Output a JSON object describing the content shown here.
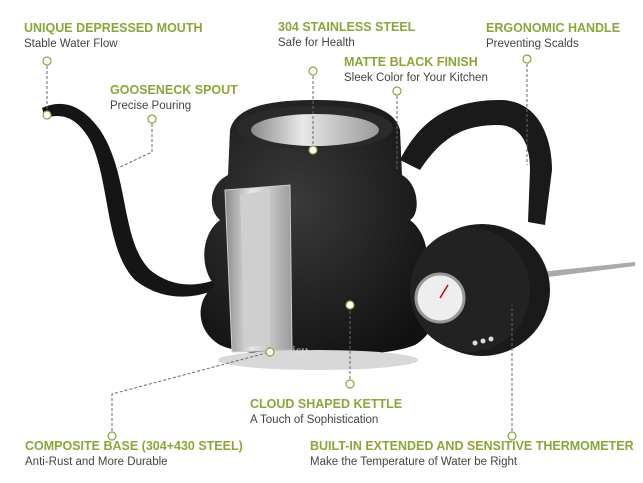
{
  "colors": {
    "accent": "#8aa63a",
    "text": "#444444",
    "kettle": "#1c1c1c"
  },
  "kettle_brand": "isu",
  "callouts": [
    {
      "title": "UNIQUE DEPRESSED MOUTH",
      "subtitle": "Stable Water Flow"
    },
    {
      "title": "304 STAINLESS STEEL",
      "subtitle": "Safe for Health"
    },
    {
      "title": "ERGONOMIC HANDLE",
      "subtitle": "Preventing Scalds"
    },
    {
      "title": "MATTE BLACK FINISH",
      "subtitle": "Sleek Color for Your Kitchen"
    },
    {
      "title": "GOOSENECK SPOUT",
      "subtitle": "Precise Pouring"
    },
    {
      "title": "CLOUD SHAPED KETTLE",
      "subtitle": "A Touch of Sophistication"
    },
    {
      "title": "COMPOSITE BASE (304+430 STEEL)",
      "subtitle": "Anti-Rust and More Durable"
    },
    {
      "title": "BUILT-IN EXTENDED AND SENSITIVE THERMOMETER",
      "subtitle": "Make the Temperature of Water be Right"
    }
  ]
}
